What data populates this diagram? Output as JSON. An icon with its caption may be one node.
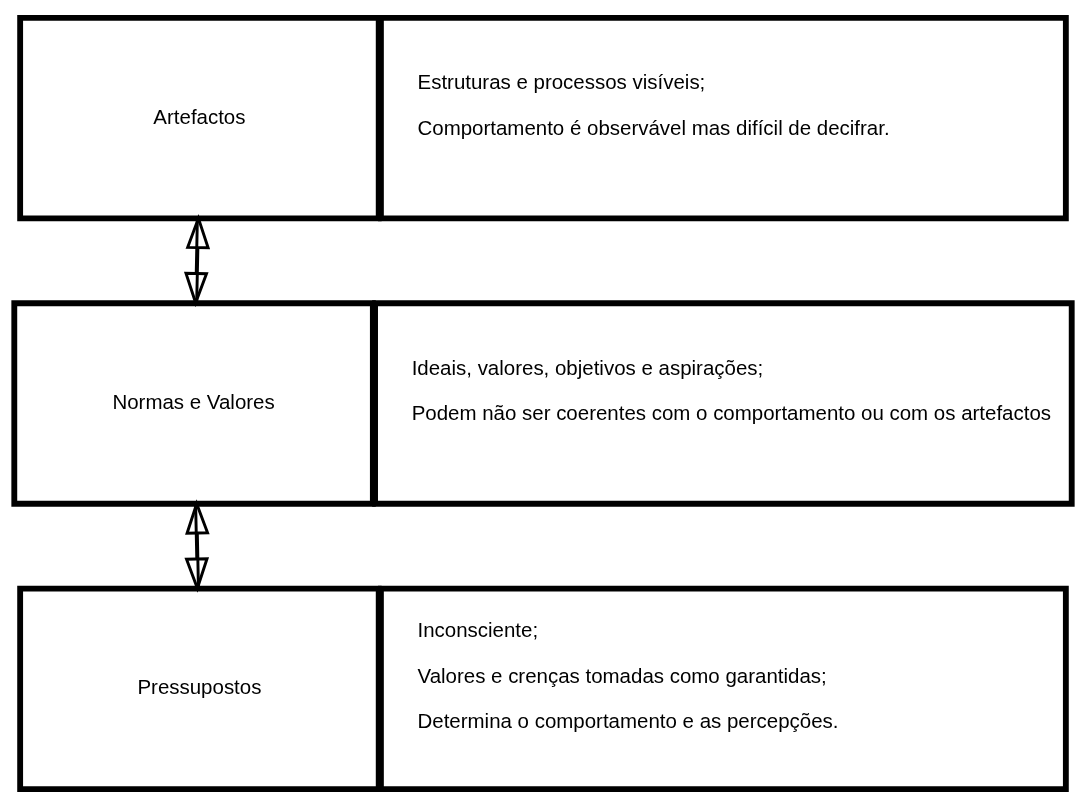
{
  "diagram": {
    "nodes": [
      {
        "text": [
          "Artefactos"
        ]
      },
      {
        "text": [
          "Estruturas e processos visíveis;",
          "Comportamento é observável mas difícil de decifrar."
        ]
      },
      {
        "text": [
          "Normas e Valores"
        ]
      },
      {
        "text": [
          "Ideais, valores, objetivos e aspirações;",
          "Podem não ser coerentes com o comportamento ou com os artefactos"
        ]
      },
      {
        "text": [
          "Pressupostos"
        ]
      },
      {
        "text": [
          "Inconsciente;",
          "Valores e crenças tomadas como garantidas;",
          "Determina o comportamento e as percepções."
        ]
      }
    ],
    "edges": [
      {
        "from": 2,
        "to": 0,
        "arrow": "to"
      },
      {
        "from": 0,
        "to": 2,
        "arrow": "to"
      },
      {
        "from": 4,
        "to": 2,
        "arrow": "to"
      },
      {
        "from": 2,
        "to": 4,
        "arrow": "to"
      }
    ]
  }
}
